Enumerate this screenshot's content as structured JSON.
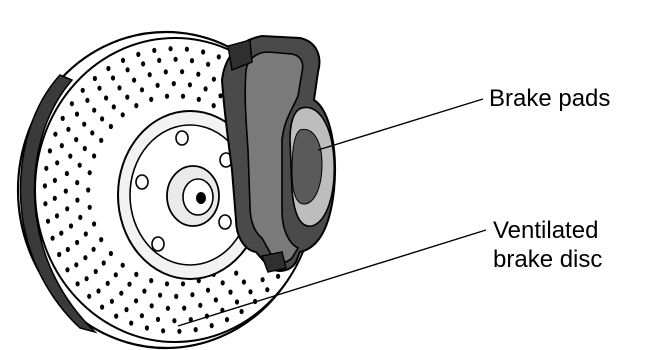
{
  "labels": {
    "brake_pads": "Brake pads",
    "disc_line1": "Ventilated",
    "disc_line2": "brake disc"
  }
}
